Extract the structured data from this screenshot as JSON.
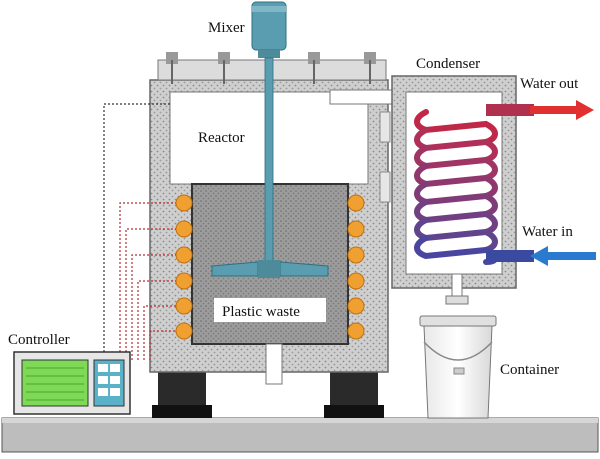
{
  "labels": {
    "mixer": "Mixer",
    "condenser": "Condenser",
    "water_out": "Water out",
    "reactor": "Reactor",
    "water_in": "Water in",
    "controller": "Controller",
    "plastic_waste": "Plastic waste",
    "container": "Container"
  },
  "colors": {
    "insulation": "#c8c8c8",
    "charge": "#8f8f8f",
    "mixer_blue": "#5b9db0",
    "heater_orange": "#f0a030",
    "coil_red": "#b03050",
    "coil_blue": "#3a4aa0",
    "arrow_red": "#e03030",
    "arrow_blue": "#2a7ad0",
    "controller_screen": "#7ed957",
    "base": "#bdbdbd"
  },
  "icons": [
    "mixer-motor-icon",
    "heater-icon",
    "coil-icon",
    "bucket-icon",
    "controller-icon"
  ]
}
